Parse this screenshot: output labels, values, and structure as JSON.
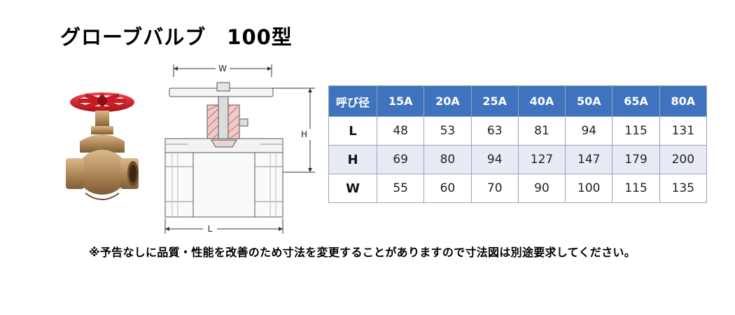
{
  "title": "グローブバルブ　100型",
  "drawing": {
    "label_w": "W",
    "label_h": "H",
    "label_l": "L"
  },
  "table": {
    "headers": [
      "呼び径",
      "15A",
      "20A",
      "25A",
      "40A",
      "50A",
      "65A",
      "80A"
    ],
    "rows": [
      {
        "label": "L",
        "values": [
          "48",
          "53",
          "63",
          "81",
          "94",
          "115",
          "131"
        ]
      },
      {
        "label": "H",
        "values": [
          "69",
          "80",
          "94",
          "127",
          "147",
          "179",
          "200"
        ]
      },
      {
        "label": "W",
        "values": [
          "55",
          "60",
          "70",
          "90",
          "100",
          "115",
          "135"
        ]
      }
    ]
  },
  "note": "※予告なしに品質・性能を改善のため寸法を変更することがありますので寸法図は別途要求してください。",
  "colors": {
    "header_bg": "#3f73bd",
    "row_alt_bg": "#e8ebf5",
    "handwheel": "#d8222c",
    "bronze": "#b28a5a"
  }
}
